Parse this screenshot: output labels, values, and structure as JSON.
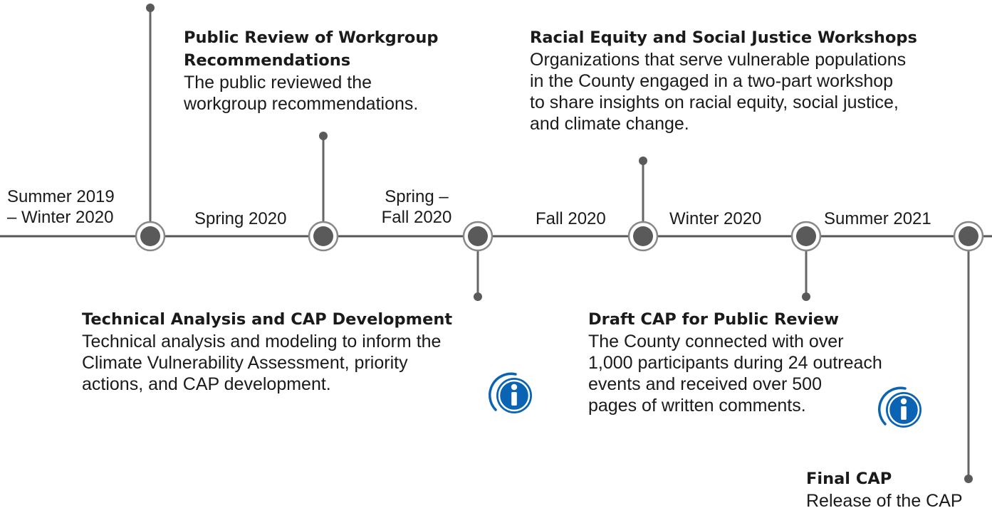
{
  "colors": {
    "line": "#555555",
    "node_fill": "#5a5a5a",
    "node_ring": "#808080",
    "info_blue": "#0a63b3"
  },
  "periods": [
    {
      "line1": "Summer 2019",
      "line2": "– Winter 2020"
    },
    {
      "line1": "Spring 2020",
      "line2": ""
    },
    {
      "line1": "Spring –",
      "line2": "Fall 2020"
    },
    {
      "line1": "Fall 2020",
      "line2": ""
    },
    {
      "line1": "Winter 2020",
      "line2": ""
    },
    {
      "line1": "Summer 2021",
      "line2": ""
    }
  ],
  "events": {
    "public_review": {
      "title_1": "Public Review of Workgroup",
      "title_2": "Recommendations",
      "desc_1": "The public reviewed the",
      "desc_2": "workgroup recommendations."
    },
    "workshops": {
      "title": "Racial Equity and Social Justice Workshops",
      "desc_1": "Organizations that serve vulnerable populations",
      "desc_2": "in the County engaged in a two-part workshop",
      "desc_3": "to share insights on racial equity, social justice,",
      "desc_4": "and climate change."
    },
    "technical": {
      "title": "Technical Analysis and CAP Development",
      "desc_1": "Technical analysis and modeling to inform the",
      "desc_2": "Climate Vulnerability Assessment, priority",
      "desc_3": "actions, and CAP development."
    },
    "draft": {
      "title": "Draft CAP for Public Review",
      "desc_1": "The County connected with over",
      "desc_2": "1,000 participants during 24 outreach",
      "desc_3": "events and received over 500",
      "desc_4": "pages of written comments."
    },
    "final": {
      "title": "Final CAP",
      "desc_1": "Release of the CAP"
    }
  },
  "icons": {
    "info": "info-icon"
  }
}
